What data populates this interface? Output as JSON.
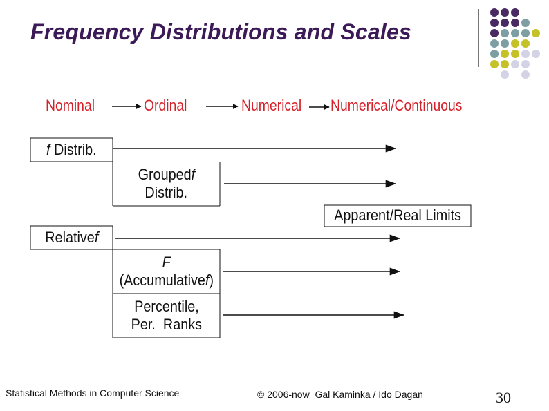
{
  "slide": {
    "title": "Frequency Distributions and Scales",
    "footer_course": "Statistical Methods in Computer Science",
    "footer_copyright": "© 2006-now  Gal Kaminka / Ido Dagan",
    "page_number": "30"
  },
  "scales": {
    "nominal": "Nominal",
    "ordinal": "Ordinal",
    "numerical": "Numerical",
    "numerical_continuous": "Numerical/Continuous"
  },
  "boxes": {
    "f_distrib": {
      "italic": "f",
      "text": " Distrib."
    },
    "grouped": {
      "text": "Grouped",
      "italic": "f",
      "line2": "Distrib."
    },
    "apparent_real_limits": "Apparent/Real Limits",
    "relative": {
      "text": "Relative",
      "italic": "f"
    },
    "cumulative": {
      "italic_top": "F",
      "open": "(Accumulative",
      "italic": "f",
      "close": ")"
    },
    "percentile": {
      "line1": "Percentile,",
      "line2": "Per.  Ranks"
    }
  },
  "colors": {
    "title": "#3b1a57",
    "scale_labels": "#d4222a",
    "dot_purple": "#4a2a62",
    "dot_teal": "#7d9fa3",
    "dot_olive": "#c5c128",
    "dot_lavender": "#d4d3e6"
  }
}
